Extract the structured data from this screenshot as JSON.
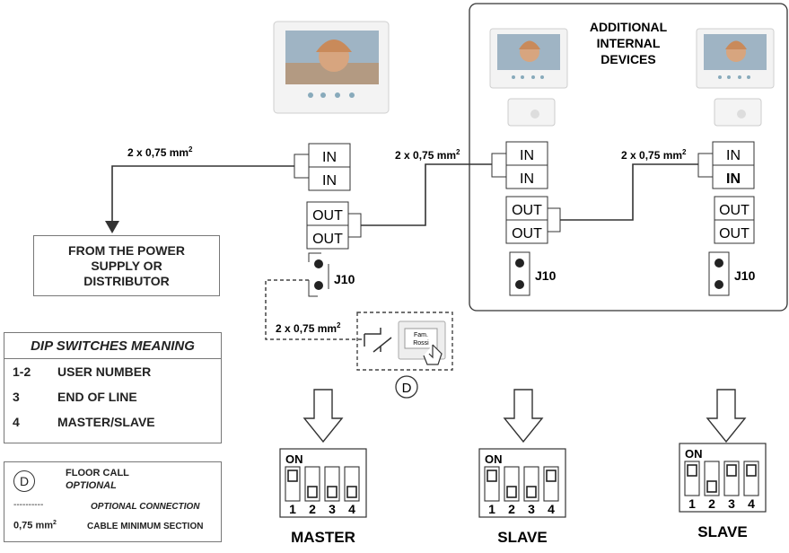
{
  "wire_sections": {
    "power": "2 x 0,75 mm",
    "mid": "2 x 0,75 mm",
    "right": "2 x 0,75 mm",
    "floor": "2 x 0,75 mm",
    "sup": "2"
  },
  "power_source": [
    "FROM THE POWER",
    "SUPPLY OR",
    "DISTRIBUTOR"
  ],
  "terminals": {
    "in": "IN",
    "out": "OUT",
    "jumper": "J10"
  },
  "additional_devices": [
    "ADDITIONAL",
    "INTERNAL",
    "DEVICES"
  ],
  "floor_call_marker": "D",
  "button_label": [
    "Fam.",
    "Rossi"
  ],
  "dip_meaning": {
    "title": "DIP SWITCHES MEANING",
    "rows": [
      {
        "num": "1-2",
        "text": "USER NUMBER"
      },
      {
        "num": "3",
        "text": "END OF LINE"
      },
      {
        "num": "4",
        "text": "MASTER/SLAVE"
      }
    ]
  },
  "legend": {
    "marker": "D",
    "floor_call": "FLOOR CALL",
    "optional": "OPTIONAL",
    "dashes": "----------",
    "optional_connection": "OPTIONAL CONNECTION",
    "section_value": "0,75 mm",
    "section_sup": "2",
    "cable_min": "CABLE MINIMUM SECTION"
  },
  "dip_switches": [
    {
      "caption": "MASTER",
      "on": "ON",
      "numbers": [
        "1",
        "2",
        "3",
        "4"
      ],
      "states": [
        "up",
        "down",
        "down",
        "down"
      ]
    },
    {
      "caption": "SLAVE",
      "on": "ON",
      "numbers": [
        "1",
        "2",
        "3",
        "4"
      ],
      "states": [
        "up",
        "down",
        "down",
        "up"
      ]
    },
    {
      "caption": "SLAVE",
      "on": "ON",
      "numbers": [
        "1",
        "2",
        "3",
        "4"
      ],
      "states": [
        "up",
        "down",
        "up",
        "up"
      ]
    }
  ],
  "colors": {
    "line": "#333333",
    "dashed": "#444444",
    "screen_sky": "#9fb4c4",
    "hat": "#c98a5a"
  }
}
